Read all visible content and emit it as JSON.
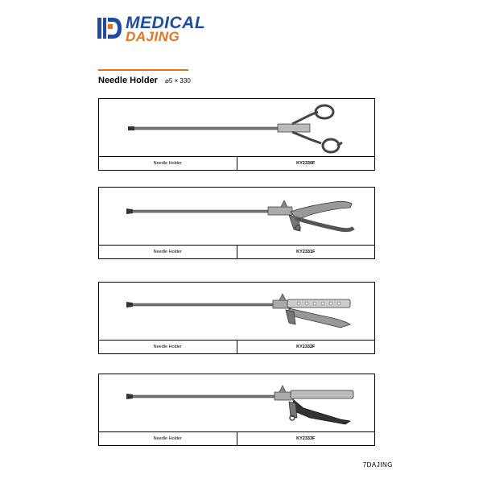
{
  "logo": {
    "line1": "MEDICAL",
    "line2": "DAJING"
  },
  "heading": {
    "title": "Needle Holder",
    "spec": "⌀5 × 330"
  },
  "products": [
    {
      "name": "Needle Holder",
      "code": "KY2330F"
    },
    {
      "name": "Needle Holder",
      "code": "KY2331F"
    },
    {
      "name": "Needle Holder",
      "code": "KY2332F"
    },
    {
      "name": "Needle Holder",
      "code": "KY2333F"
    }
  ],
  "footer": {
    "page_label": "7DAJING"
  },
  "colors": {
    "brand_blue": "#1e4aa8",
    "brand_orange": "#e8731c"
  }
}
